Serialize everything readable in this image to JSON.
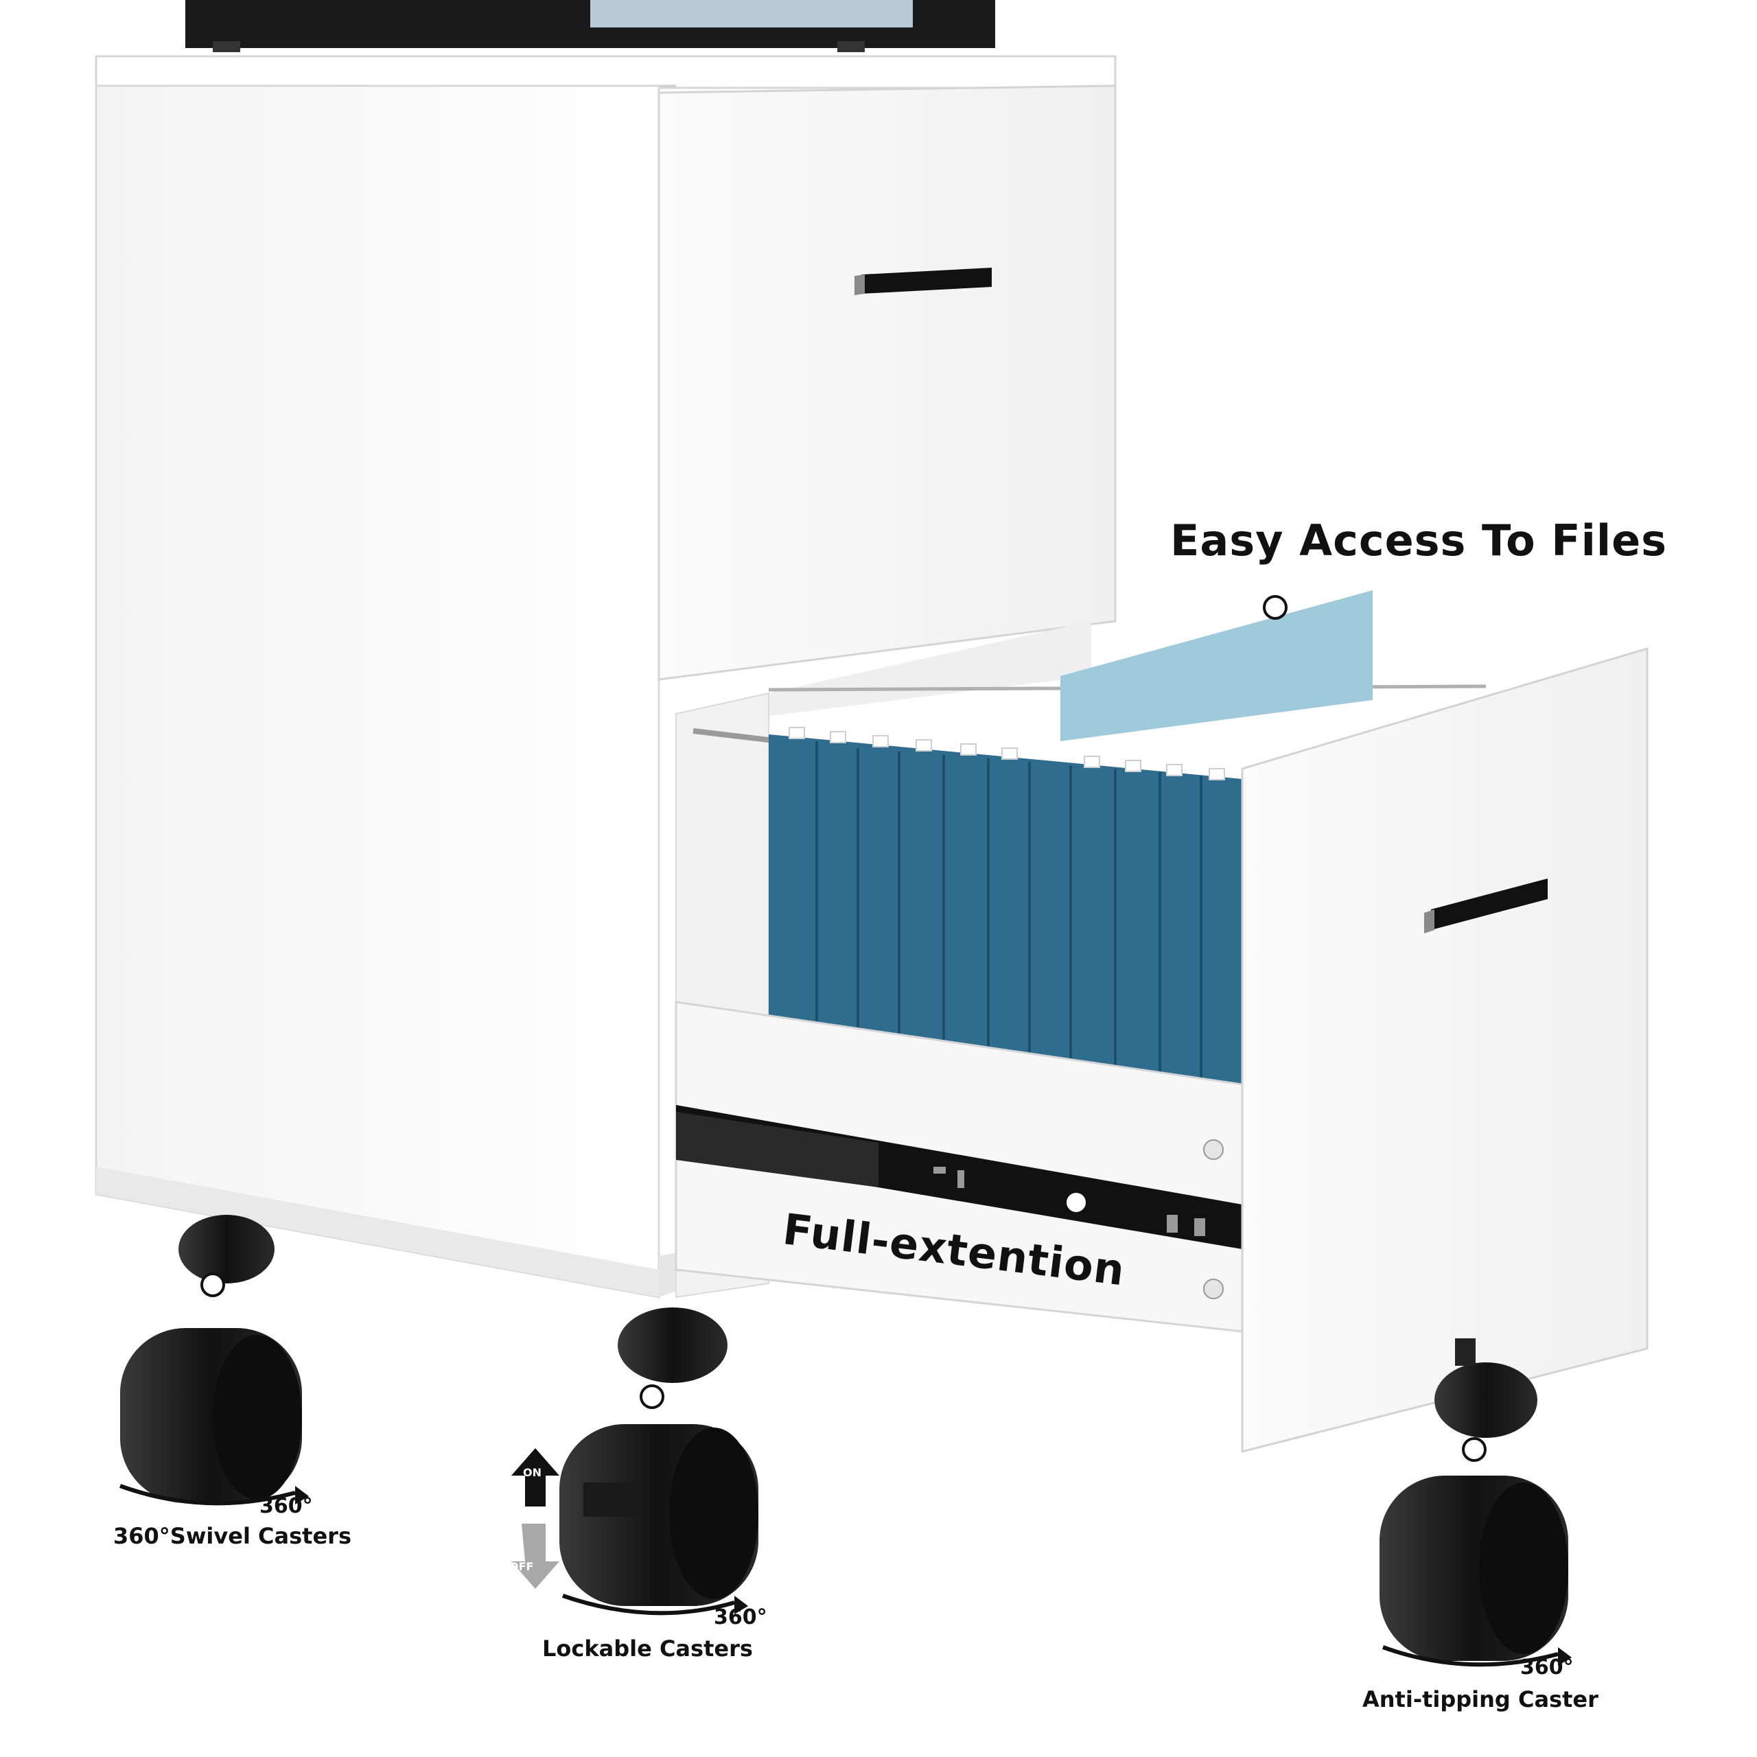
{
  "callouts": {
    "easy_access": "Easy Access To Files",
    "full_extension": "Full-extention"
  },
  "casters": {
    "swivel": {
      "label": "360°Swivel Casters",
      "rotation": "360°"
    },
    "lockable": {
      "label": "Lockable Casters",
      "rotation": "360°",
      "lock_on": "ON",
      "lock_off": "OFF"
    },
    "anti_tipping": {
      "label": "Anti-tipping Caster",
      "rotation": "360°"
    }
  },
  "colors": {
    "cabinet": "#ffffff",
    "folder_dark": "#2f6d8e",
    "folder_light": "#8fc2d6",
    "hardware": "#111111",
    "text": "#111111"
  },
  "icons": [
    "caster-wheel-icon",
    "rotation-arrow-icon",
    "lock-arrow-up-icon",
    "lock-arrow-down-icon",
    "callout-dot-icon"
  ]
}
